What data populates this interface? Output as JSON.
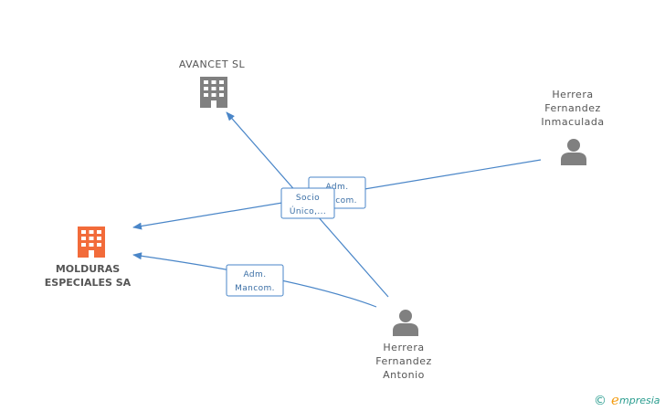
{
  "nodes": {
    "avancet": {
      "label": "AVANCET SL"
    },
    "molduras": {
      "line1": "MOLDURAS",
      "line2": "ESPECIALES SA"
    },
    "inmaculada": {
      "line1": "Herrera",
      "line2": "Fernandez",
      "line3": "Inmaculada"
    },
    "antonio": {
      "line1": "Herrera",
      "line2": "Fernandez",
      "line3": "Antonio"
    }
  },
  "edges": {
    "inmaculada_avancet": {
      "line1": "Adm.",
      "line2": "Mancom."
    },
    "antonio_molduras_via_avancet": {
      "line1": "Socio",
      "line2": "Único,..."
    },
    "antonio_molduras": {
      "line1": "Adm.",
      "line2": "Mancom."
    }
  },
  "footer": {
    "copyright": "©",
    "brand_initial": "e",
    "brand_rest": "mpresia"
  },
  "colors": {
    "edge": "#4a86c8",
    "company_main": "#f26b3a",
    "company": "#808080",
    "person": "#808080",
    "brand_teal": "#2a9d8f",
    "brand_orange": "#f39c12"
  }
}
